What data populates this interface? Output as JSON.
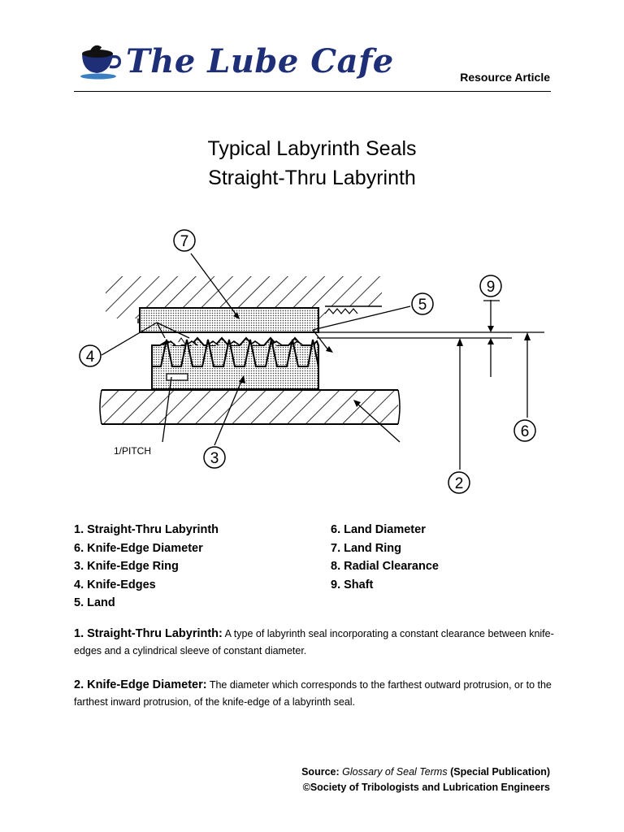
{
  "header": {
    "logo_text": "The Lube Cafe",
    "resource_label": "Resource Article",
    "logo_icon": "coffee-cup-icon",
    "brand_color": "#1e2f78",
    "accent_color": "#3a7fc1"
  },
  "title": {
    "line1": "Typical Labyrinth Seals",
    "line2": "Straight-Thru Labyrinth"
  },
  "diagram": {
    "callouts": [
      "7",
      "9",
      "5",
      "4",
      "6",
      "3",
      "2"
    ],
    "pitch_label": "1/PITCH"
  },
  "legend": {
    "left": [
      "1. Straight-Thru Labyrinth",
      "6. Knife-Edge Diameter",
      "3. Knife-Edge Ring",
      "4. Knife-Edges",
      "5. Land"
    ],
    "right": [
      "6. Land Diameter",
      "7. Land Ring",
      "8. Radial Clearance",
      "9. Shaft"
    ]
  },
  "definitions": [
    {
      "term": "1. Straight-Thru Labyrinth:",
      "text": "A type of labyrinth seal incorporating a constant clearance between knife-edges and a cylindrical sleeve of constant diameter."
    },
    {
      "term": "2. Knife-Edge Diameter:",
      "text": "The diameter which corresponds to the farthest outward protrusion, or to the farthest inward protrusion, of the knife-edge of a labyrinth seal."
    }
  ],
  "source": {
    "label": "Source:",
    "publication": "Glossary of Seal Terms",
    "note": "(Special Publication)",
    "copyright": "©Society of Tribologists and Lubrication Engineers"
  }
}
